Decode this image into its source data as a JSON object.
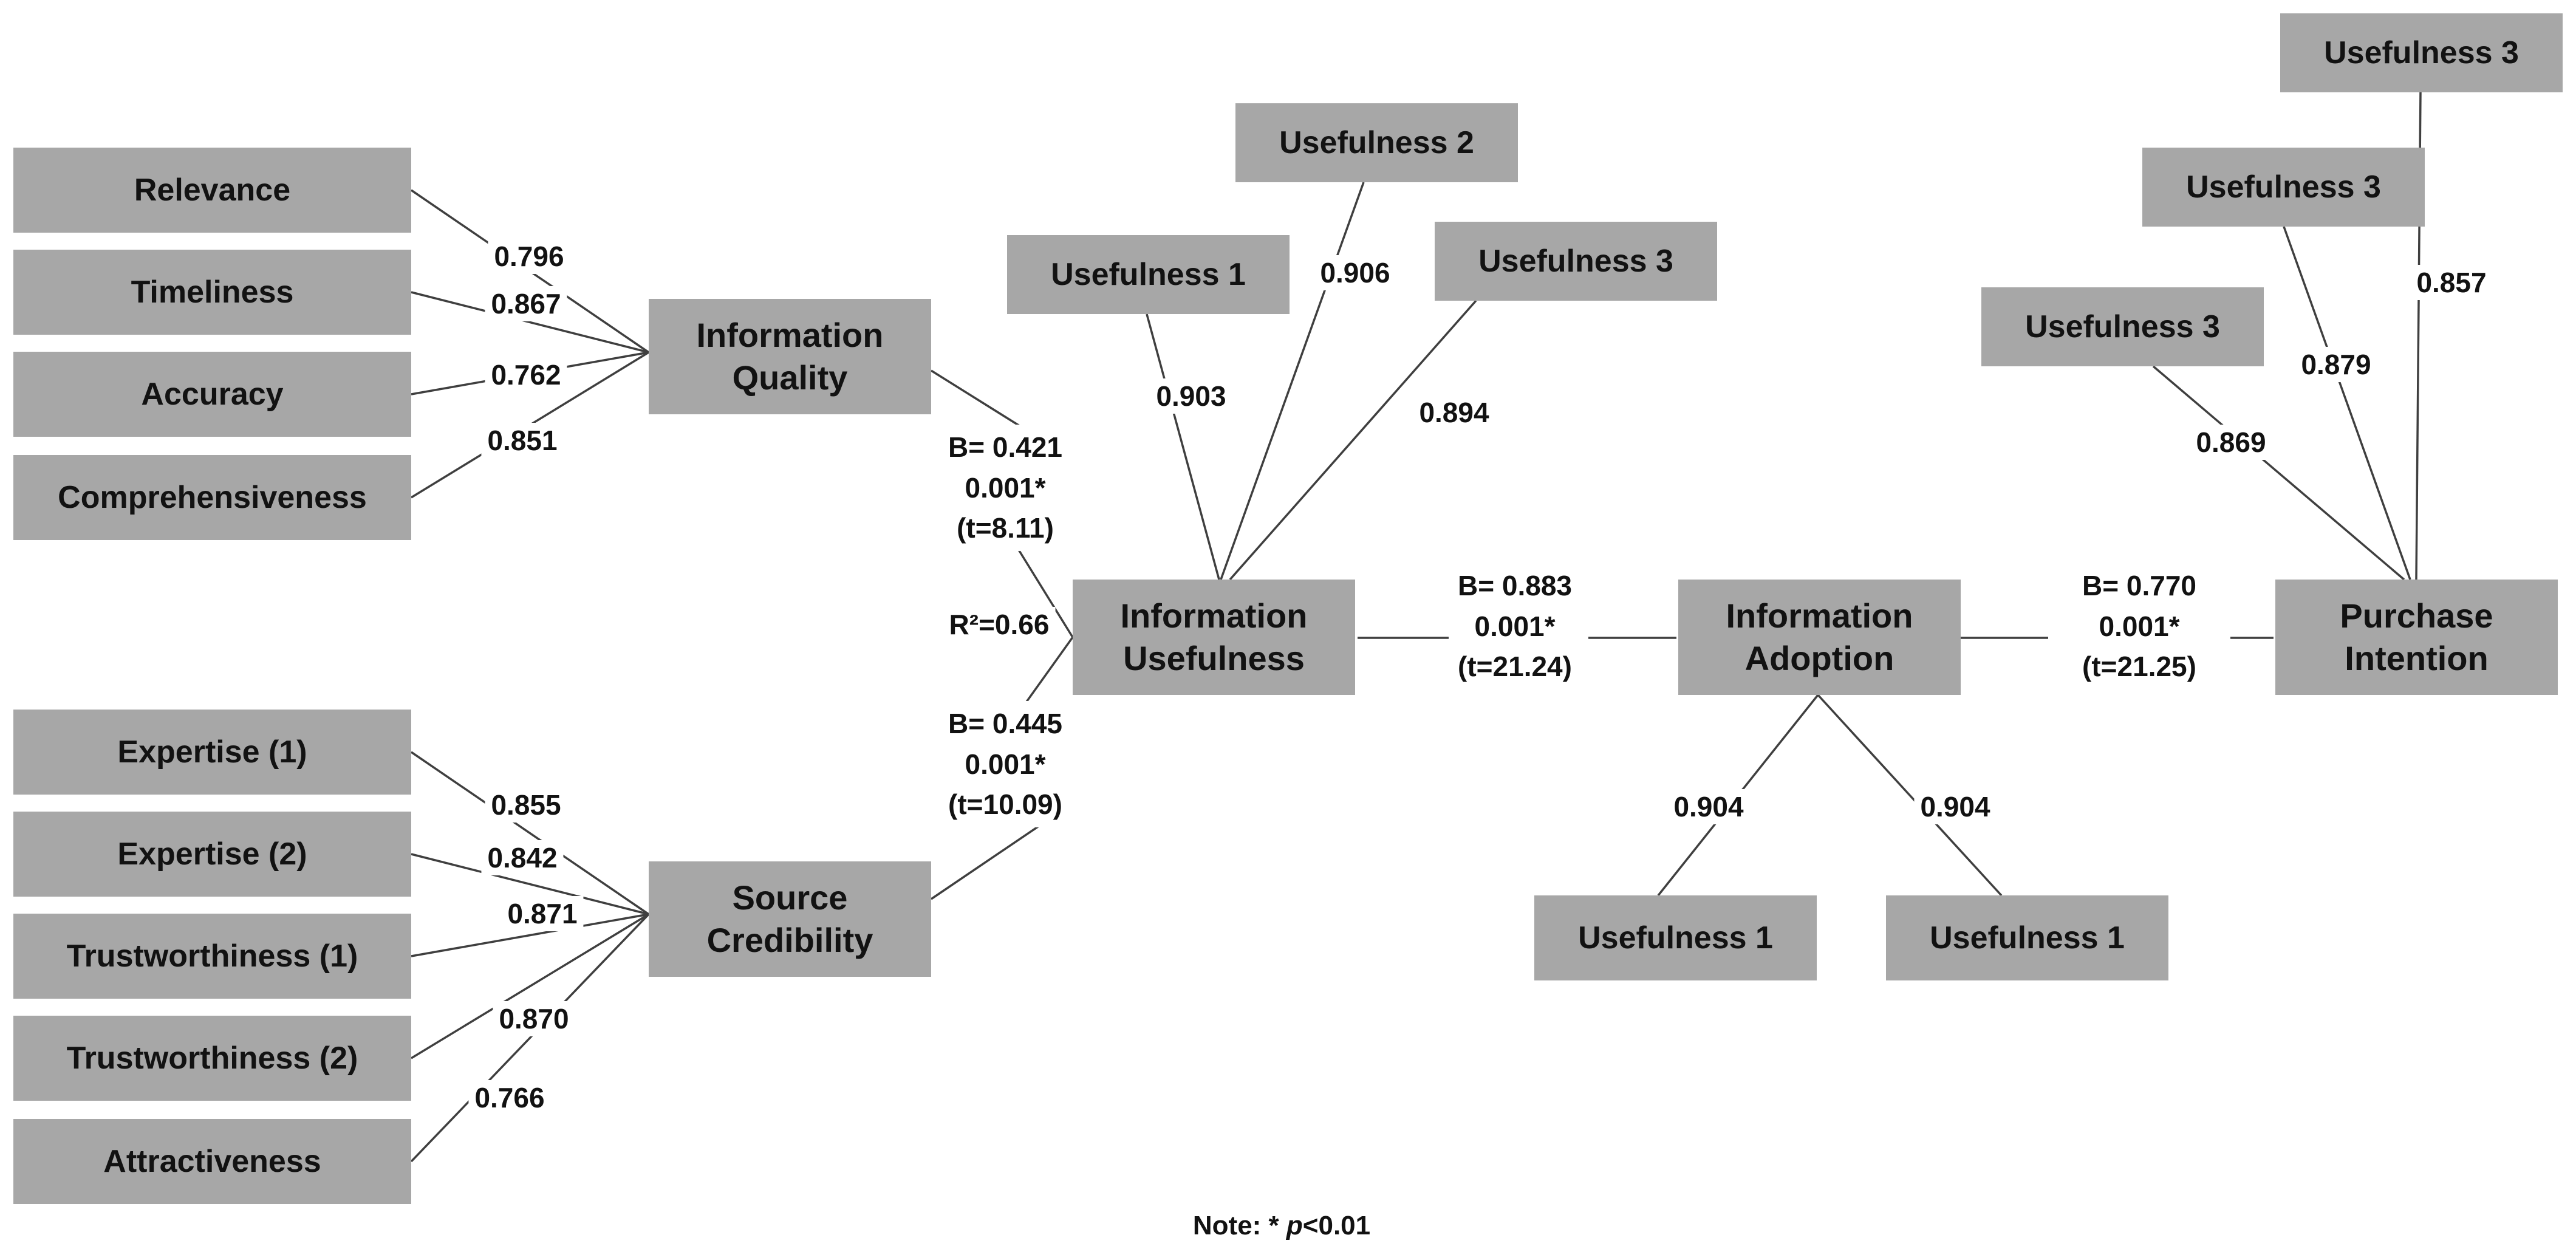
{
  "palette": {
    "box_fill": "#a7a7a7",
    "text": "#121212",
    "line": "#3f3f3f",
    "background": "#ffffff"
  },
  "constructs": {
    "information_quality": "Information Quality",
    "source_credibility": "Source Credibility",
    "information_usefulness": "Information Usefulness",
    "information_adoption": "Information Adoption",
    "purchase_intention": "Purchase Intention"
  },
  "indicators": {
    "information_quality": [
      {
        "label": "Relevance",
        "loading": "0.796"
      },
      {
        "label": "Timeliness",
        "loading": "0.867"
      },
      {
        "label": "Accuracy",
        "loading": "0.762"
      },
      {
        "label": "Comprehensiveness",
        "loading": "0.851"
      }
    ],
    "source_credibility": [
      {
        "label": "Expertise (1)",
        "loading": "0.855"
      },
      {
        "label": "Expertise (2)",
        "loading": "0.842"
      },
      {
        "label": "Trustworthiness (1)",
        "loading": "0.871"
      },
      {
        "label": "Trustworthiness (2)",
        "loading": "0.870"
      },
      {
        "label": "Attractiveness",
        "loading": "0.766"
      }
    ],
    "information_usefulness": [
      {
        "label": "Usefulness 1",
        "loading": "0.903"
      },
      {
        "label": "Usefulness 2",
        "loading": "0.906"
      },
      {
        "label": "Usefulness 3",
        "loading": "0.894"
      }
    ],
    "information_adoption": [
      {
        "label": "Usefulness 1",
        "loading": "0.904"
      },
      {
        "label": "Usefulness 1",
        "loading": "0.904"
      }
    ],
    "purchase_intention": [
      {
        "label": "Usefulness 3",
        "loading": "0.857"
      },
      {
        "label": "Usefulness 3",
        "loading": "0.879"
      },
      {
        "label": "Usefulness 3",
        "loading": "0.869"
      }
    ]
  },
  "paths": {
    "iq_to_iu": {
      "beta": "B= 0.421",
      "p_value": "0.001*",
      "t_value": "(t=8.11)"
    },
    "sc_to_iu": {
      "beta": "B= 0.445",
      "p_value": "0.001*",
      "t_value": "(t=10.09)"
    },
    "iu_to_ia": {
      "beta": "B= 0.883",
      "p_value": "0.001*",
      "t_value": "(t=21.24)"
    },
    "ia_to_pi": {
      "beta": "B= 0.770",
      "p_value": "0.001*",
      "t_value": "(t=21.25)"
    }
  },
  "r_squared": "R²=0.66",
  "note": {
    "prefix": "Note: * ",
    "italic_term": "p",
    "suffix": "<0.01"
  }
}
